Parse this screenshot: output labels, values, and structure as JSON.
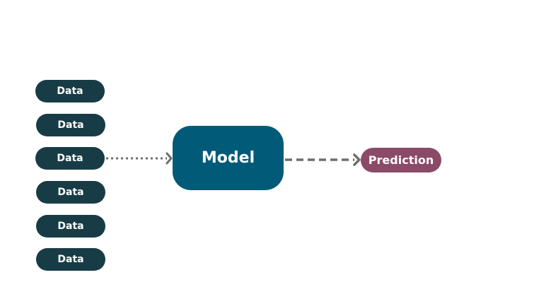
{
  "diagram": {
    "inputs": [
      {
        "label": "Data"
      },
      {
        "label": "Data"
      },
      {
        "label": "Data"
      },
      {
        "label": "Data"
      },
      {
        "label": "Data"
      },
      {
        "label": "Data"
      }
    ],
    "model": {
      "label": "Model"
    },
    "output": {
      "label": "Prediction"
    },
    "colors": {
      "data_fill": "#183c46",
      "model_fill": "#015a78",
      "prediction_fill": "#8b4a68",
      "arrow": "#6e6e6e",
      "text": "#ffffff"
    },
    "connectors": [
      {
        "from": "Data",
        "to": "Model",
        "style": "dotted",
        "arrowhead": "end"
      },
      {
        "from": "Model",
        "to": "Prediction",
        "style": "dashed",
        "arrowhead": "end"
      }
    ]
  }
}
